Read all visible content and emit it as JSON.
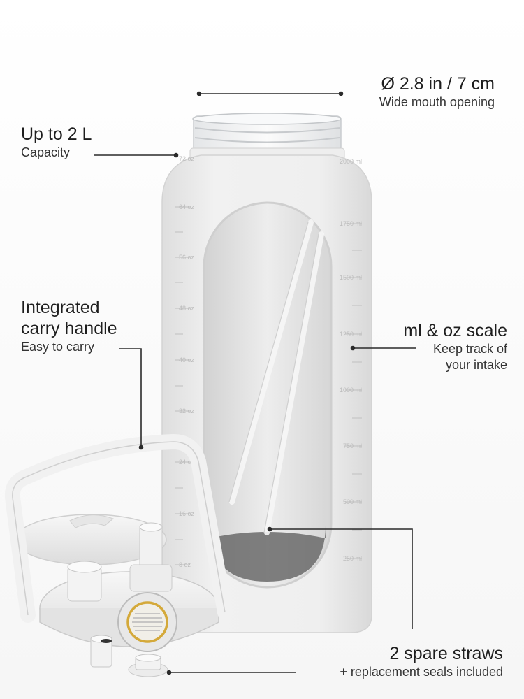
{
  "callouts": {
    "mouth": {
      "title": "Ø 2.8 in / 7 cm",
      "subtitle": "Wide mouth opening"
    },
    "capacity": {
      "title": "Up to 2 L",
      "subtitle": "Capacity"
    },
    "handle": {
      "title_line1": "Integrated",
      "title_line2": "carry handle",
      "subtitle": "Easy to carry"
    },
    "scale": {
      "title": "ml & oz scale",
      "subtitle_line1": "Keep track of",
      "subtitle_line2": "your intake"
    },
    "straws": {
      "title": "2 spare straws",
      "subtitle": "+ replacement seals included"
    }
  },
  "scale_marks": {
    "oz": [
      "64 oz",
      "56 oz",
      "48 oz",
      "40 oz",
      "32 oz",
      "24 oz",
      "16 oz",
      "8 oz"
    ],
    "ml": [
      "1750 ml",
      "1500 ml",
      "1250 ml",
      "1000 ml",
      "750 ml",
      "500 ml",
      "250 ml"
    ],
    "top_left": "72 oz",
    "top_right": "2000 ml"
  },
  "colors": {
    "sleeve": "#ececec",
    "window": "#e2e2e2",
    "line": "#2b2b2b",
    "seal_ring": "#d4a93a"
  }
}
